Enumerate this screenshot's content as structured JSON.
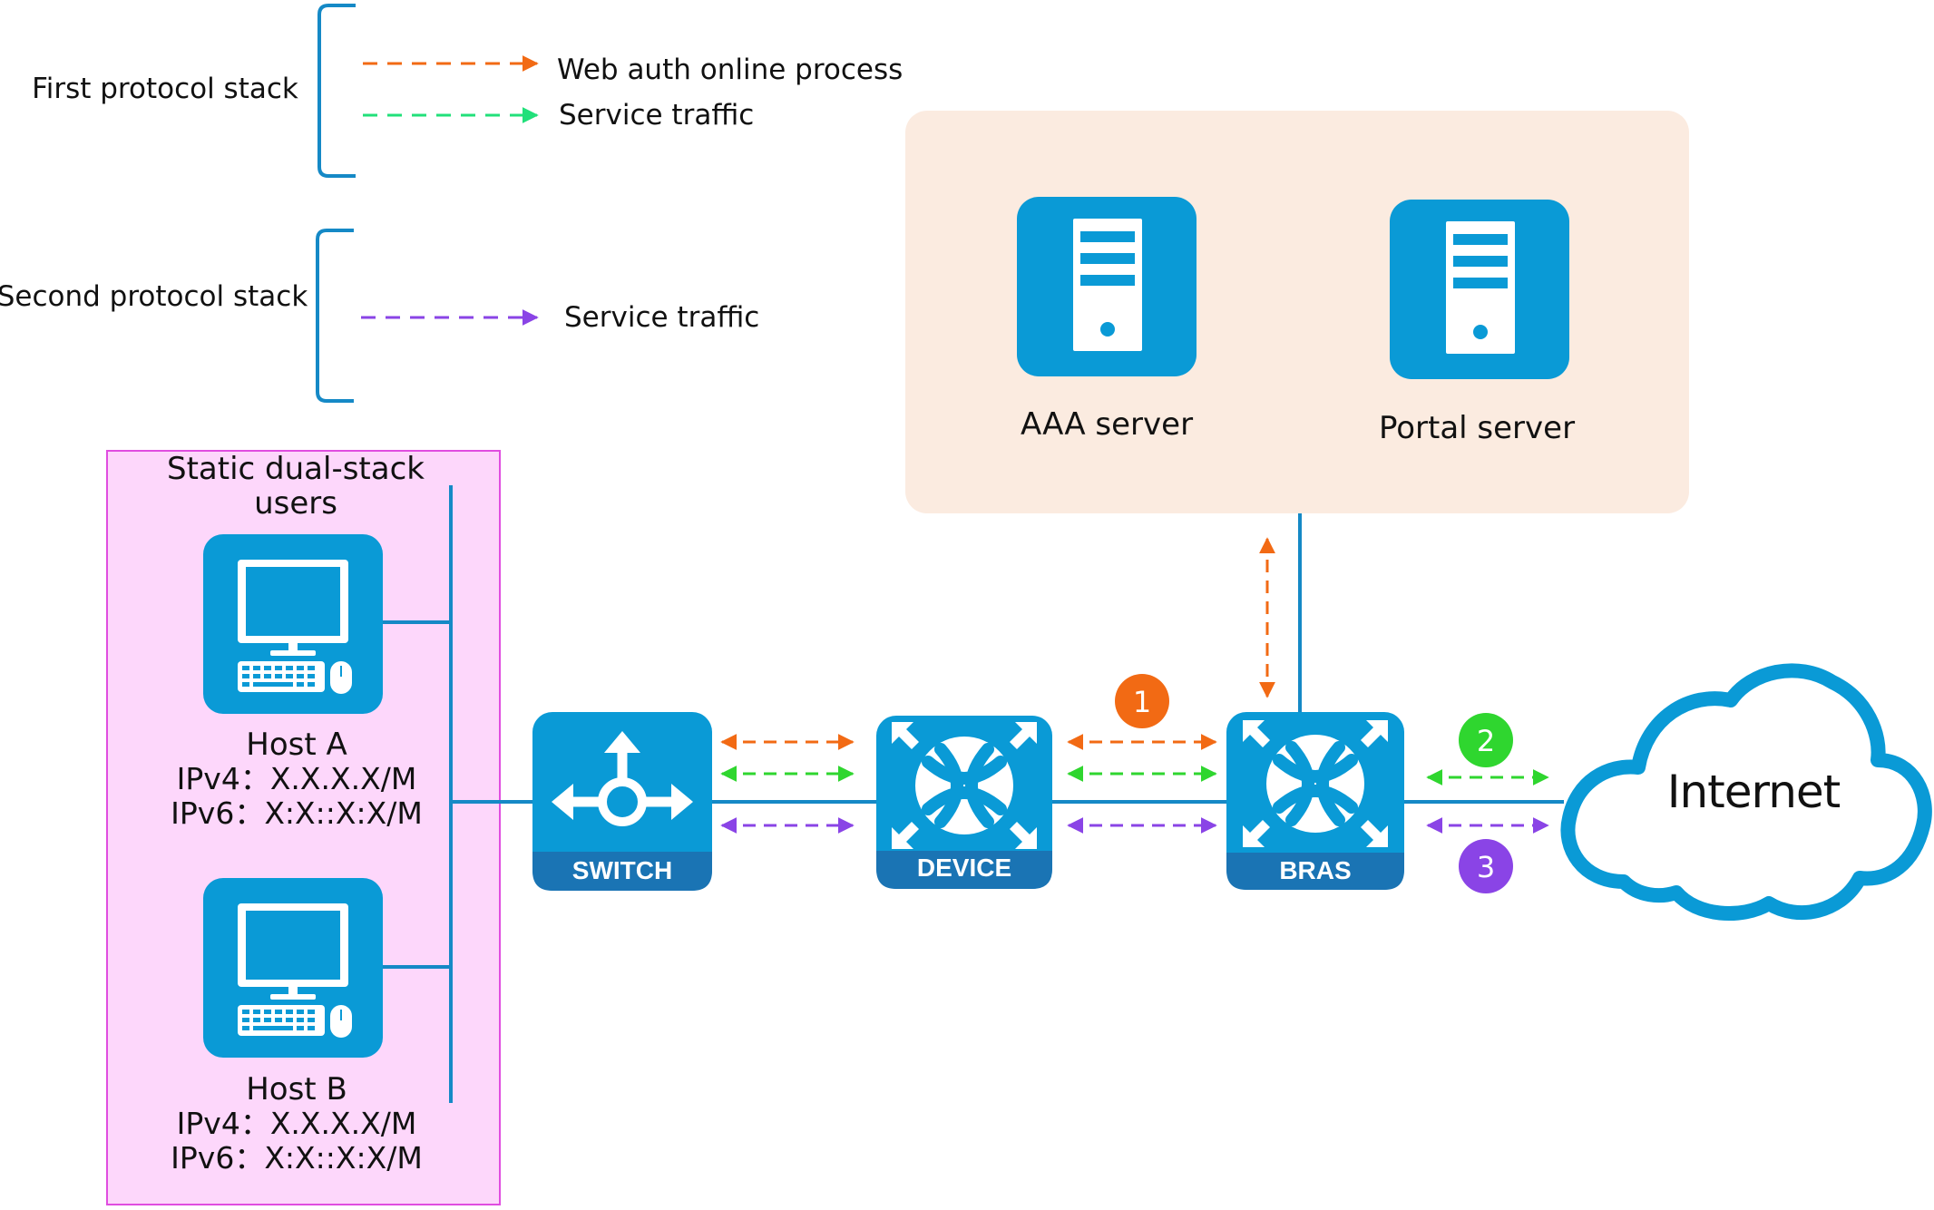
{
  "legend": {
    "first_stack_label": "First protocol stack",
    "second_stack_label": "Second protocol stack",
    "web_auth_label": "Web auth online process",
    "service_traffic_label_1": "Service traffic",
    "service_traffic_label_2": "Service traffic"
  },
  "colors": {
    "blue": "#0a9ad6",
    "line": "#1589c6",
    "orange": "#f26a14",
    "green": "#2fd62f",
    "legend_green": "#21e07a",
    "purple": "#8a44e6",
    "server_panel": "#fbebe0",
    "users_panel_fill": "#fdd7fb",
    "users_panel_border": "#e04de0"
  },
  "servers": {
    "aaa_label": "AAA server",
    "portal_label": "Portal server"
  },
  "users": {
    "title_line1": "Static dual-stack",
    "title_line2": "users",
    "host_a": {
      "name": "Host A",
      "ipv4": "IPv4：X.X.X.X/M",
      "ipv6": "IPv6：X:X::X:X/M"
    },
    "host_b": {
      "name": "Host B",
      "ipv4": "IPv4：X.X.X.X/M",
      "ipv6": "IPv6：X:X::X:X/M"
    }
  },
  "devices": {
    "switch_label": "SWITCH",
    "device_label": "DEVICE",
    "bras_label": "BRAS"
  },
  "internet_label": "Internet",
  "markers": {
    "one": "1",
    "two": "2",
    "three": "3"
  }
}
